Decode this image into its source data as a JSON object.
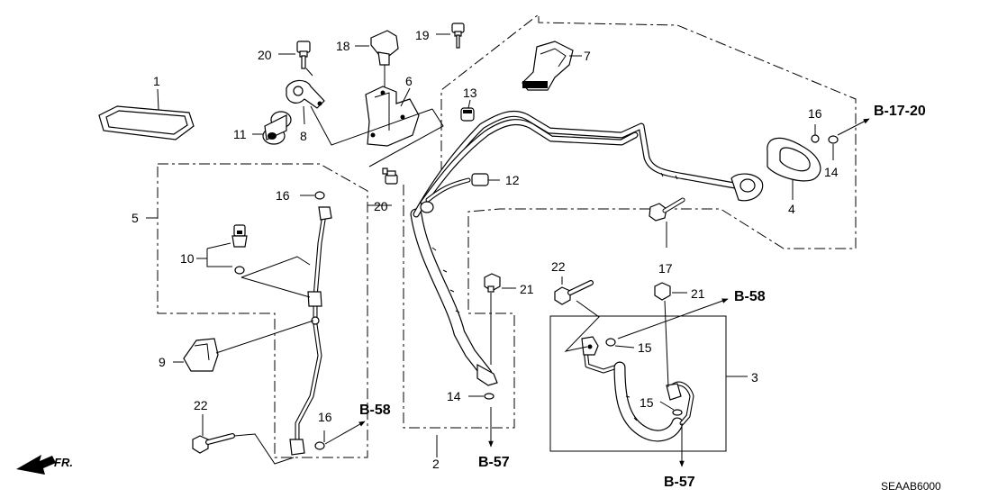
{
  "diagram": {
    "callouts": {
      "c1": "1",
      "c2": "2",
      "c3": "3",
      "c4": "4",
      "c5": "5",
      "c6": "6",
      "c7": "7",
      "c8": "8",
      "c9": "9",
      "c10": "10",
      "c11": "11",
      "c12": "12",
      "c13": "13",
      "c14a": "14",
      "c14b": "14",
      "c15a": "15",
      "c15b": "15",
      "c16a": "16",
      "c16b": "16",
      "c16c": "16",
      "c17": "17",
      "c18": "18",
      "c19": "19",
      "c20a": "20",
      "c20b": "20",
      "c21a": "21",
      "c21b": "21",
      "c22a": "22",
      "c22b": "22"
    },
    "references": {
      "b1720": "B-17-20",
      "b58_right": "B-58",
      "b58_left": "B-58",
      "b57_center": "B-57",
      "b57_right": "B-57"
    },
    "direction_label": "FR.",
    "diagram_code": "SEAAB6000"
  }
}
